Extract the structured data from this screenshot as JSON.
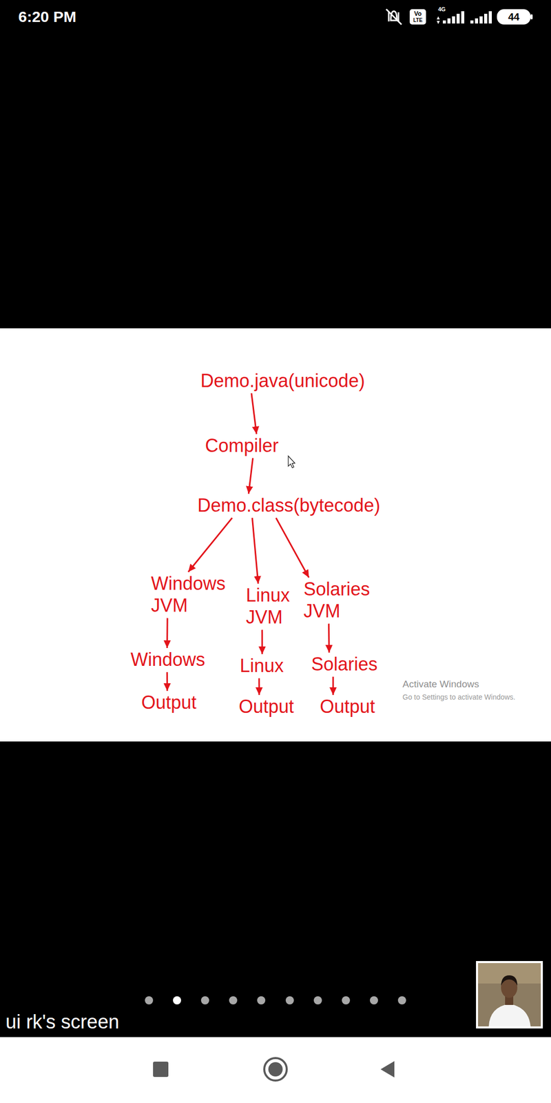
{
  "diagram": {
    "nodes": [
      {
        "text": [
          "Demo.java(unicode)"
        ]
      },
      {
        "text": [
          "Compiler"
        ]
      },
      {
        "text": [
          "Demo.class(bytecode)"
        ]
      },
      {
        "text": [
          "Windows JVM"
        ]
      },
      {
        "text": [
          "Linux JVM"
        ]
      },
      {
        "text": [
          "Solaries JVM"
        ]
      },
      {
        "text": [
          "Windows"
        ]
      },
      {
        "text": [
          "Linux"
        ]
      },
      {
        "text": [
          "Solaries"
        ]
      },
      {
        "text": [
          "Output"
        ]
      },
      {
        "text": [
          "Output"
        ]
      },
      {
        "text": [
          "Output"
        ]
      }
    ],
    "edges": [
      {
        "from": 0,
        "to": 1,
        "arrow": "to"
      },
      {
        "from": 1,
        "to": 2,
        "arrow": "to"
      },
      {
        "from": 2,
        "to": 3,
        "arrow": "to"
      },
      {
        "from": 2,
        "to": 4,
        "arrow": "to"
      },
      {
        "from": 2,
        "to": 5,
        "arrow": "to"
      },
      {
        "from": 3,
        "to": 6,
        "arrow": "to"
      },
      {
        "from": 4,
        "to": 7,
        "arrow": "to"
      },
      {
        "from": 5,
        "to": 8,
        "arrow": "to"
      },
      {
        "from": 6,
        "to": 9,
        "arrow": "to"
      },
      {
        "from": 7,
        "to": 10,
        "arrow": "to"
      },
      {
        "from": 8,
        "to": 11,
        "arrow": "to"
      }
    ],
    "labels": [
      "6:20 PM",
      "Vo",
      "LTE",
      "4G",
      "44",
      "Activate Windows",
      "Go to Settings to activate Windows.",
      "ui rk's screen"
    ]
  }
}
